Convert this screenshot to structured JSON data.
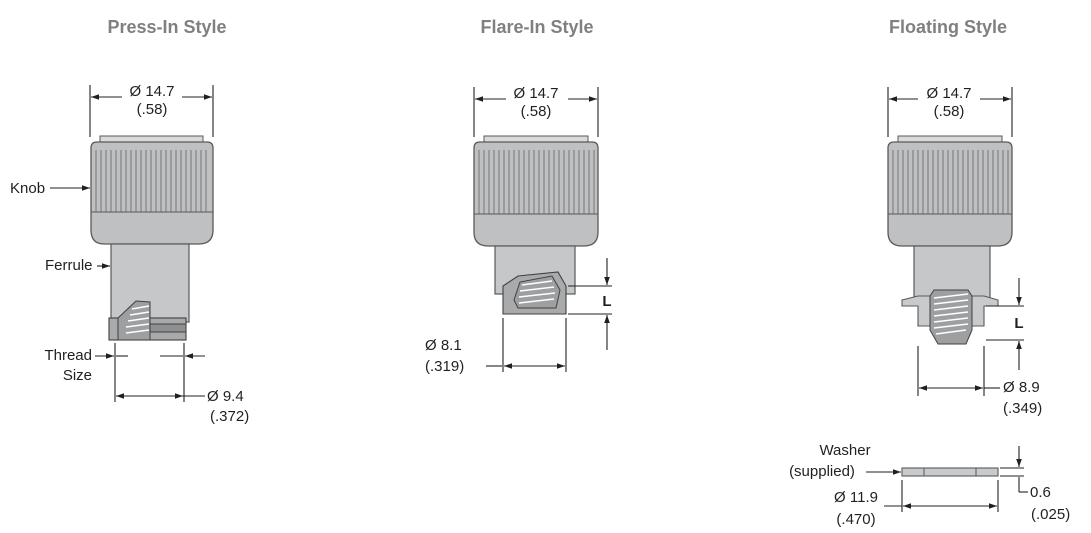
{
  "styles": [
    {
      "title": "Press-In Style",
      "top_dia_mm": "Ø 14.7",
      "top_dia_in": "(.58)",
      "knob_label": "Knob",
      "ferrule_label": "Ferrule",
      "thread_label_1": "Thread",
      "thread_label_2": "Size",
      "bottom_dia_mm": "Ø 9.4",
      "bottom_dia_in": "(.372)"
    },
    {
      "title": "Flare-In Style",
      "top_dia_mm": "Ø 14.7",
      "top_dia_in": "(.58)",
      "length_label": "L",
      "bottom_dia_mm": "Ø 8.1",
      "bottom_dia_in": "(.319)"
    },
    {
      "title": "Floating Style",
      "top_dia_mm": "Ø 14.7",
      "top_dia_in": "(.58)",
      "length_label": "L",
      "bottom_dia_mm": "Ø 8.9",
      "bottom_dia_in": "(.349)",
      "washer_label_1": "Washer",
      "washer_label_2": "(supplied)",
      "washer_dia_mm": "Ø 11.9",
      "washer_dia_in": "(.470)",
      "washer_thk_mm": "0.6",
      "washer_thk_in": "(.025)"
    }
  ]
}
